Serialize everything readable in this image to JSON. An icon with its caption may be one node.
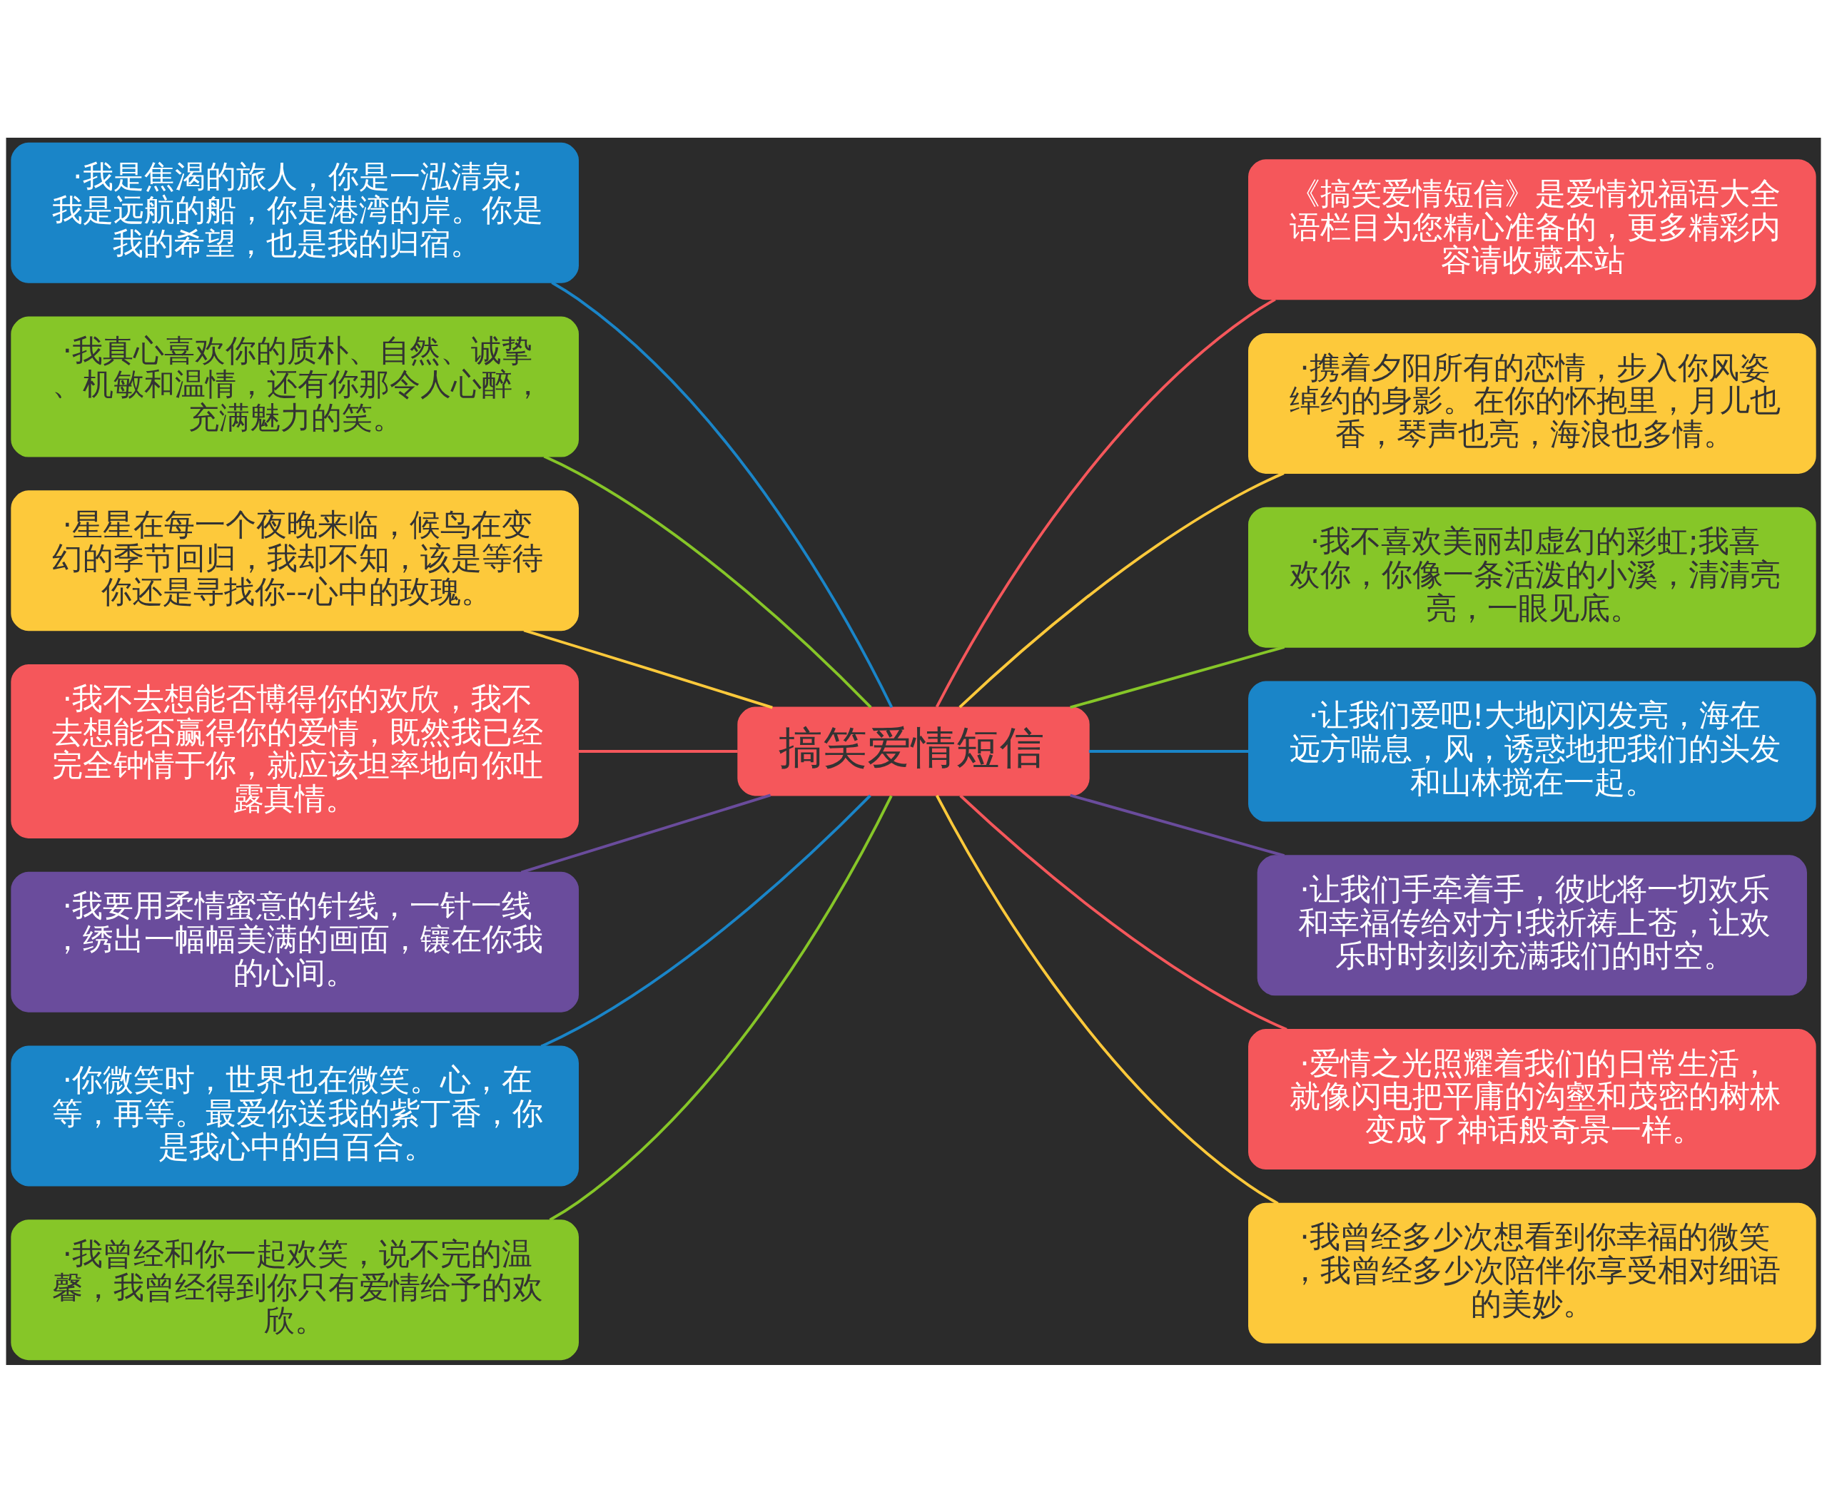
{
  "diagram": {
    "nodes": [
      {
        "text": [
          "搞笑爱情短信"
        ]
      },
      {
        "text": [
          "·我是焦渴的旅人，你是一泓清泉;我是远航的船，你是港湾的岸。你是我的希望，也是我的归宿。"
        ]
      },
      {
        "text": [
          "·我真心喜欢你的质朴、自然、诚挚、机敏和温情，还有你那令人心醉，充满魅力的笑。"
        ]
      },
      {
        "text": [
          "·星星在每一个夜晚来临，候鸟在变幻的季节回归，我却不知，该是等待你还是寻找你--心中的玫瑰。"
        ]
      },
      {
        "text": [
          "·我不去想能否博得你的欢欣，我不去想能否赢得你的爱情，既然我已经完全钟情于你，就应该坦率地向你吐露真情。"
        ]
      },
      {
        "text": [
          "·我要用柔情蜜意的针线，一针一线，绣出一幅幅美满的画面，镶在你我的心间。"
        ]
      },
      {
        "text": [
          "·你微笑时，世界也在微笑。心，在等，再等。最爱你送我的紫丁香，你是我心中的白百合。"
        ]
      },
      {
        "text": [
          "·我曾经和你一起欢笑，说不完的温馨，我曾经得到你只有爱情给予的欢欣。"
        ]
      },
      {
        "text": [
          "《搞笑爱情短信》是爱情祝福语大全语栏目为您精心准备的，更多精彩内容请收藏本站"
        ]
      },
      {
        "text": [
          "·携着夕阳所有的恋情，步入你风姿绰约的身影。在你的怀抱里，月儿也香，琴声也亮，海浪也多情。"
        ]
      },
      {
        "text": [
          "·我不喜欢美丽却虚幻的彩虹;我喜欢你，你像一条活泼的小溪，清清亮亮，一眼见底。"
        ]
      },
      {
        "text": [
          "·让我们爱吧!大地闪闪发亮，海在远方喘息，风，诱惑地把我们的头发和山林搅在一起。"
        ]
      },
      {
        "text": [
          "·让我们手牵着手，彼此将一切欢乐和幸福传给对方!我祈祷上苍，让欢乐时时刻刻充满我们的时空。"
        ]
      },
      {
        "text": [
          "·爱情之光照耀着我们的日常生活，就像闪电把平庸的沟壑和茂密的树林变成了神话般奇景一样。"
        ]
      },
      {
        "text": [
          "·我曾经多少次想看到你幸福的微笑，我曾经多少次陪伴你享受相对细语的美妙。"
        ]
      }
    ],
    "edges": [
      {
        "from": 0,
        "to": 1,
        "arrow": "none",
        "color": "#1a85c8"
      },
      {
        "from": 0,
        "to": 2,
        "arrow": "none",
        "color": "#86c628"
      },
      {
        "from": 0,
        "to": 3,
        "arrow": "none",
        "color": "#fdc93b"
      },
      {
        "from": 0,
        "to": 4,
        "arrow": "none",
        "color": "#f5575b"
      },
      {
        "from": 0,
        "to": 5,
        "arrow": "none",
        "color": "#6a4c9c"
      },
      {
        "from": 0,
        "to": 6,
        "arrow": "none",
        "color": "#1a85c8"
      },
      {
        "from": 0,
        "to": 7,
        "arrow": "none",
        "color": "#86c628"
      },
      {
        "from": 0,
        "to": 8,
        "arrow": "none",
        "color": "#f5575b"
      },
      {
        "from": 0,
        "to": 9,
        "arrow": "none",
        "color": "#fdc93b"
      },
      {
        "from": 0,
        "to": 10,
        "arrow": "none",
        "color": "#86c628"
      },
      {
        "from": 0,
        "to": 11,
        "arrow": "none",
        "color": "#1a85c8"
      },
      {
        "from": 0,
        "to": 12,
        "arrow": "none",
        "color": "#6a4c9c"
      },
      {
        "from": 0,
        "to": 13,
        "arrow": "none",
        "color": "#f5575b"
      },
      {
        "from": 0,
        "to": 14,
        "arrow": "none",
        "color": "#fdc93b"
      }
    ]
  }
}
